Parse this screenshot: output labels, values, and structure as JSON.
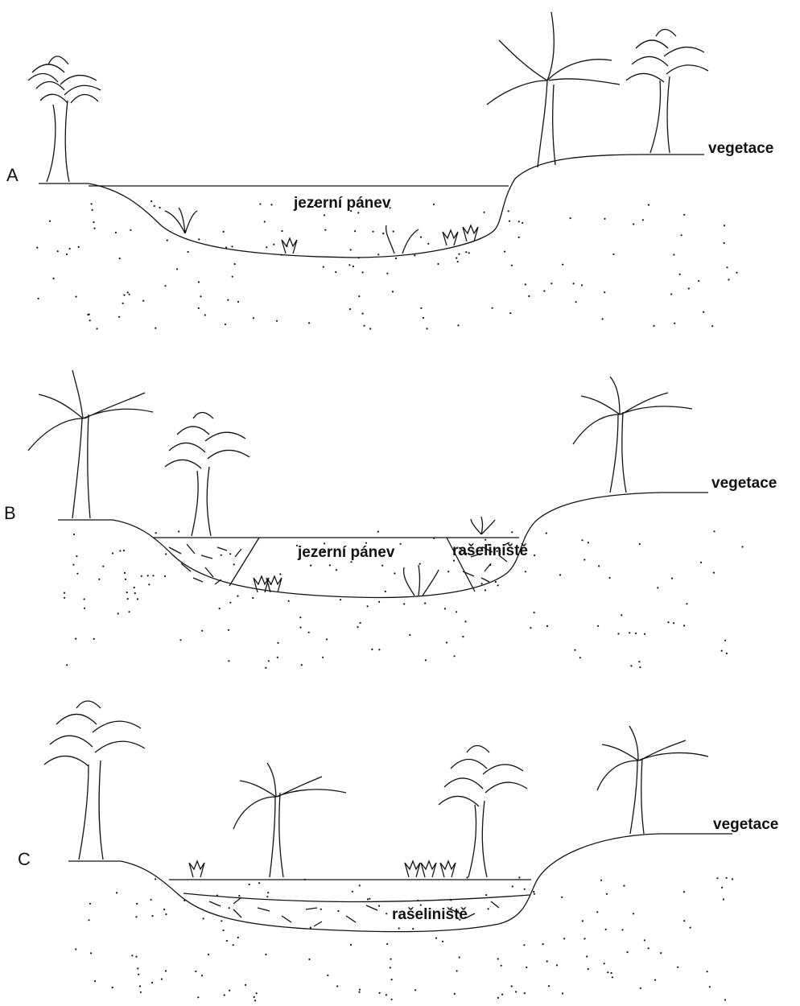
{
  "panels": [
    {
      "letter": "A",
      "labels": {
        "lake": "jezerní pánev",
        "vegetation": "vegetace"
      }
    },
    {
      "letter": "B",
      "labels": {
        "lake": "jezerní pánev",
        "peat": "rašeliniště",
        "vegetation": "vegetace"
      }
    },
    {
      "letter": "C",
      "labels": {
        "peat": "rašeliniště",
        "vegetation": "vegetace"
      }
    }
  ],
  "colors": {
    "line": "#111111",
    "background": "#ffffff"
  }
}
